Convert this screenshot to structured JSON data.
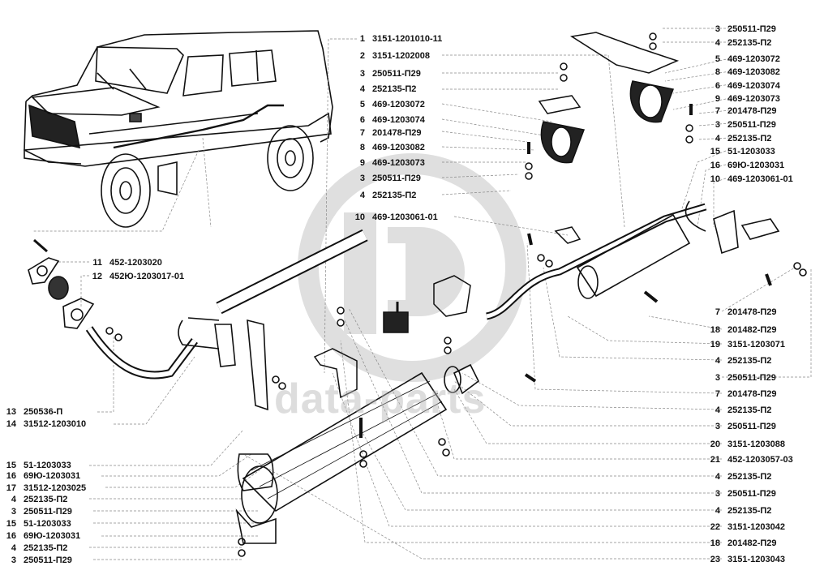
{
  "diagram": {
    "title": "Exhaust system parts diagram",
    "watermark": {
      "text": "data-parts",
      "logo": "dp-circle-logo",
      "color": "#c8c8c8"
    },
    "labels_center": [
      {
        "num": "1",
        "code": "3151-1201010-11"
      },
      {
        "num": "2",
        "code": "3151-1202008"
      },
      {
        "num": "3",
        "code": "250511-П29"
      },
      {
        "num": "4",
        "code": "252135-П2"
      },
      {
        "num": "5",
        "code": "469-1203072"
      },
      {
        "num": "6",
        "code": "469-1203074"
      },
      {
        "num": "7",
        "code": "201478-П29"
      },
      {
        "num": "8",
        "code": "469-1203082"
      },
      {
        "num": "9",
        "code": "469-1203073"
      },
      {
        "num": "3",
        "code": "250511-П29"
      },
      {
        "num": "4",
        "code": "252135-П2"
      },
      {
        "num": "10",
        "code": "469-1203061-01"
      }
    ],
    "labels_right_top": [
      {
        "num": "3",
        "code": "250511-П29"
      },
      {
        "num": "4",
        "code": "252135-П2"
      },
      {
        "num": "5",
        "code": "469-1203072"
      },
      {
        "num": "8",
        "code": "469-1203082"
      },
      {
        "num": "6",
        "code": "469-1203074"
      },
      {
        "num": "9",
        "code": "469-1203073"
      },
      {
        "num": "7",
        "code": "201478-П29"
      },
      {
        "num": "3",
        "code": "250511-П29"
      },
      {
        "num": "4",
        "code": "252135-П2"
      },
      {
        "num": "15",
        "code": "51-1203033"
      },
      {
        "num": "16",
        "code": "69Ю-1203031"
      },
      {
        "num": "10",
        "code": "469-1203061-01"
      }
    ],
    "labels_right_bottom": [
      {
        "num": "7",
        "code": "201478-П29"
      },
      {
        "num": "18",
        "code": "201482-П29"
      },
      {
        "num": "19",
        "code": "3151-1203071"
      },
      {
        "num": "4",
        "code": "252135-П2"
      },
      {
        "num": "3",
        "code": "250511-П29"
      },
      {
        "num": "7",
        "code": "201478-П29"
      },
      {
        "num": "4",
        "code": "252135-П2"
      },
      {
        "num": "3",
        "code": "250511-П29"
      },
      {
        "num": "20",
        "code": "3151-1203088"
      },
      {
        "num": "21",
        "code": "452-1203057-03"
      },
      {
        "num": "4",
        "code": "252135-П2"
      },
      {
        "num": "3",
        "code": "250511-П29"
      },
      {
        "num": "4",
        "code": "252135-П2"
      },
      {
        "num": "22",
        "code": "3151-1203042"
      },
      {
        "num": "18",
        "code": "201482-П29"
      },
      {
        "num": "23",
        "code": "3151-1203043"
      }
    ],
    "labels_left_mid": [
      {
        "num": "11",
        "code": "452-1203020"
      },
      {
        "num": "12",
        "code": "452Ю-1203017-01"
      }
    ],
    "labels_left_low": [
      {
        "num": "13",
        "code": "250536-П"
      },
      {
        "num": "14",
        "code": "31512-1203010"
      }
    ],
    "labels_left_bottom": [
      {
        "num": "15",
        "code": "51-1203033"
      },
      {
        "num": "16",
        "code": "69Ю-1203031"
      },
      {
        "num": "17",
        "code": "31512-1203025"
      },
      {
        "num": "4",
        "code": "252135-П2"
      },
      {
        "num": "3",
        "code": "250511-П29"
      },
      {
        "num": "15",
        "code": "51-1203033"
      },
      {
        "num": "16",
        "code": "69Ю-1203031"
      },
      {
        "num": "4",
        "code": "252135-П2"
      },
      {
        "num": "3",
        "code": "250511-П29"
      }
    ]
  }
}
